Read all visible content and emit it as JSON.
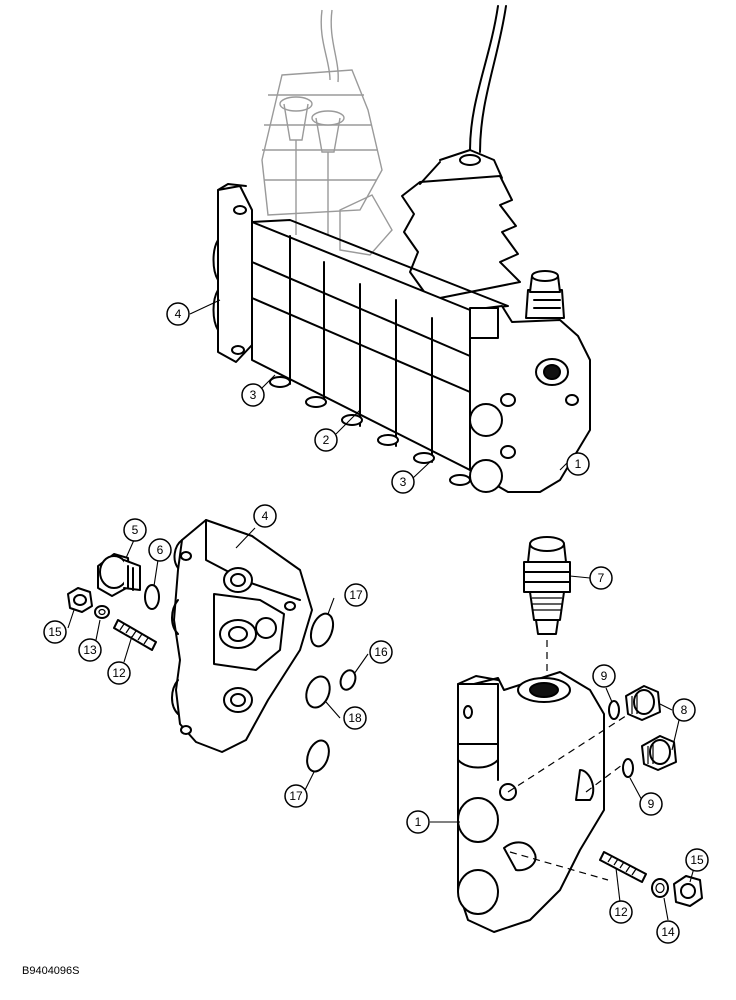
{
  "figure_code": "B9404096S",
  "callouts": [
    {
      "id": "c1-top",
      "label": "1"
    },
    {
      "id": "c2",
      "label": "2"
    },
    {
      "id": "c3-left",
      "label": "3"
    },
    {
      "id": "c3-bottom",
      "label": "3"
    },
    {
      "id": "c4-top",
      "label": "4"
    },
    {
      "id": "c4-plate",
      "label": "4"
    },
    {
      "id": "c5",
      "label": "5"
    },
    {
      "id": "c6",
      "label": "6"
    },
    {
      "id": "c7",
      "label": "7"
    },
    {
      "id": "c8",
      "label": "8"
    },
    {
      "id": "c9-top",
      "label": "9"
    },
    {
      "id": "c9-bottom",
      "label": "9"
    },
    {
      "id": "c1-bottom",
      "label": "1"
    },
    {
      "id": "c12-left",
      "label": "12"
    },
    {
      "id": "c12-right",
      "label": "12"
    },
    {
      "id": "c13",
      "label": "13"
    },
    {
      "id": "c14",
      "label": "14"
    },
    {
      "id": "c15-left",
      "label": "15"
    },
    {
      "id": "c15-right",
      "label": "15"
    },
    {
      "id": "c16",
      "label": "16"
    },
    {
      "id": "c17-top",
      "label": "17"
    },
    {
      "id": "c17-bottom",
      "label": "17"
    },
    {
      "id": "c18",
      "label": "18"
    }
  ]
}
